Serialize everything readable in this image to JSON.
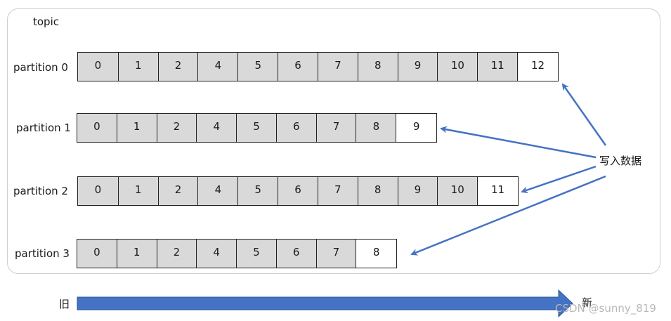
{
  "topic_label": "topic",
  "write_label": "写入数据",
  "axis": {
    "old_label": "旧",
    "new_label": "新"
  },
  "watermark": "CSDN @sunny_819",
  "partitions": [
    {
      "label": "partition 0",
      "offsets": [
        "0",
        "1",
        "2",
        "4",
        "5",
        "6",
        "7",
        "8",
        "9",
        "10",
        "11",
        "12"
      ]
    },
    {
      "label": "partition 1",
      "offsets": [
        "0",
        "1",
        "2",
        "4",
        "5",
        "6",
        "7",
        "8",
        "9"
      ]
    },
    {
      "label": "partition 2",
      "offsets": [
        "0",
        "1",
        "2",
        "4",
        "5",
        "6",
        "7",
        "8",
        "9",
        "10",
        "11"
      ]
    },
    {
      "label": "partition 3",
      "offsets": [
        "0",
        "1",
        "2",
        "4",
        "5",
        "6",
        "7",
        "8"
      ]
    }
  ],
  "colors": {
    "arrow": "#4472c4",
    "cell_fill": "#d9d9d9",
    "new_cell_fill": "#ffffff"
  }
}
